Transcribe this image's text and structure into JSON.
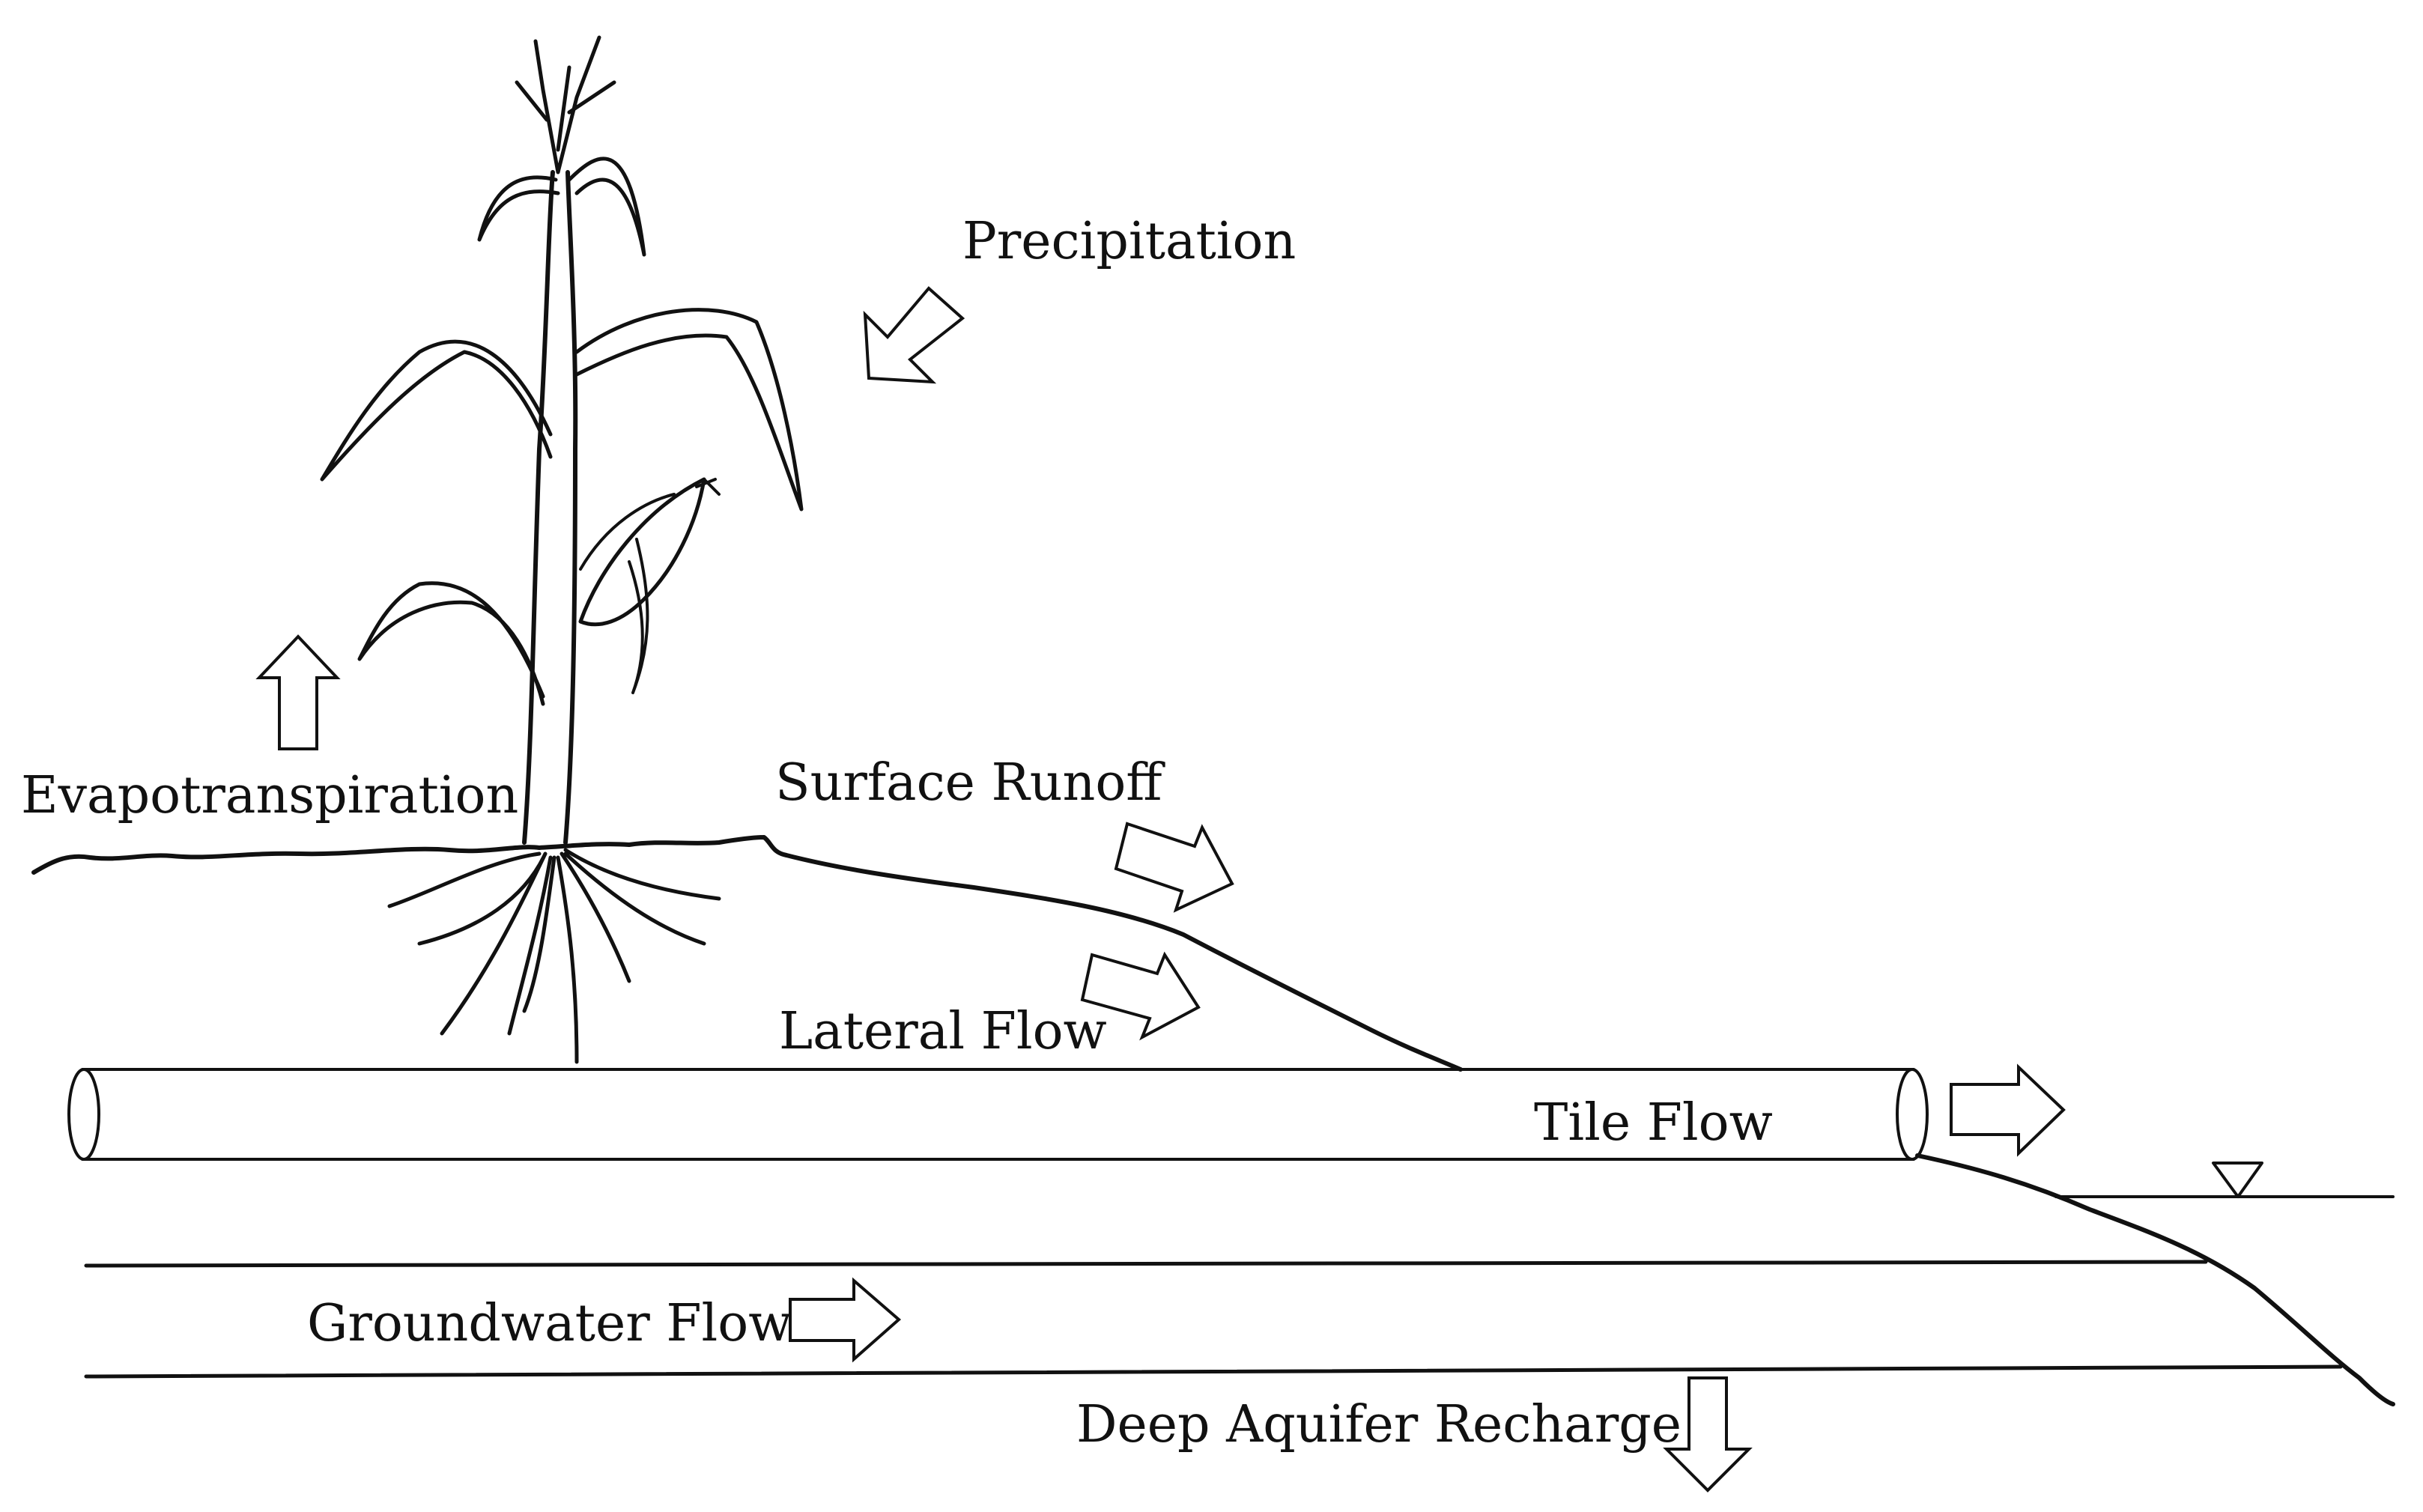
{
  "labels": {
    "precipitation": "Precipitation",
    "evapotranspiration": "Evapotranspiration",
    "surface_runoff": "Surface Runoff",
    "lateral_flow": "Lateral Flow",
    "tile_flow": "Tile Flow",
    "groundwater_flow": "Groundwater Flow",
    "deep_aquifer_recharge": "Deep Aquifer Recharge"
  },
  "icons": {
    "plant": "corn-plant-icon",
    "water_table": "water-table-triangle-icon"
  }
}
